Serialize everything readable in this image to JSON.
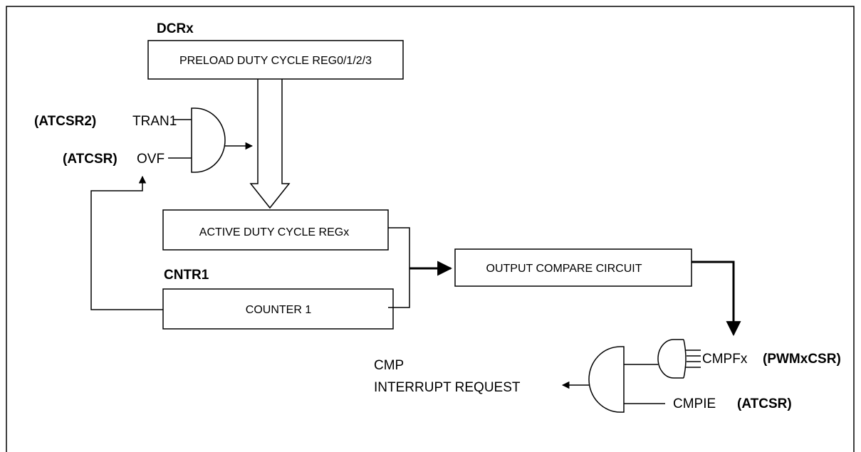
{
  "registers": {
    "dcrx": "DCRx",
    "cntr1": "CNTR1"
  },
  "boxes": {
    "preload": "PRELOAD DUTY CYCLE REG0/1/2/3",
    "active": "ACTIVE DUTY CYCLE REGx",
    "counter": "COUNTER 1",
    "output_compare": "OUTPUT COMPARE CIRCUIT"
  },
  "inputs": {
    "tran1_reg": "(ATCSR2)",
    "tran1": "TRAN1",
    "ovf_reg": "(ATCSR)",
    "ovf": "OVF"
  },
  "outputs": {
    "cmp_line1": "CMP",
    "cmp_line2": "INTERRUPT REQUEST",
    "cmpfx": "CMPFx",
    "cmpfx_reg": "(PWMxCSR)",
    "cmpie": "CMPIE",
    "cmpie_reg": "(ATCSR)"
  }
}
